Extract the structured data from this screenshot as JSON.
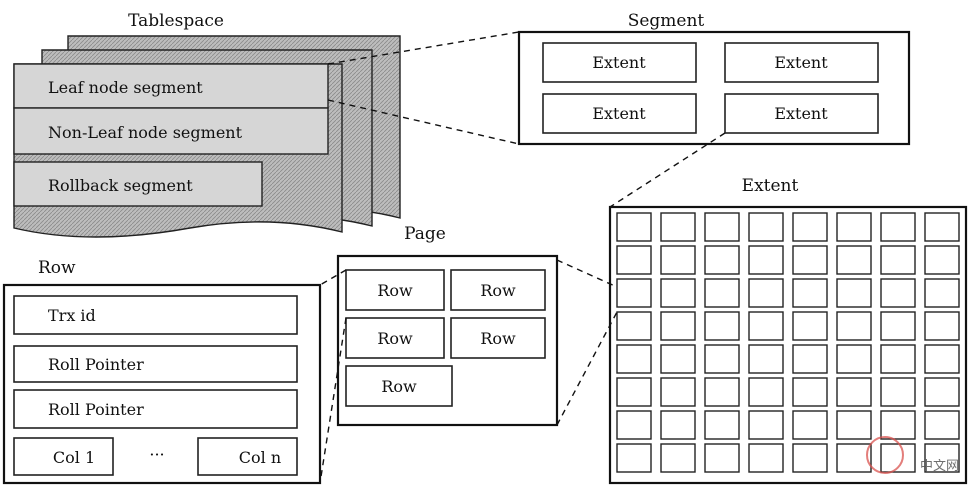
{
  "tablespace": {
    "title": "Tablespace",
    "segments": [
      "Leaf node segment",
      "Non-Leaf node segment",
      "Rollback segment"
    ]
  },
  "segment": {
    "title": "Segment",
    "extents": [
      "Extent",
      "Extent",
      "Extent",
      "Extent"
    ]
  },
  "extent": {
    "title": "Extent",
    "grid": {
      "rows": 8,
      "cols": 8
    }
  },
  "page": {
    "title": "Page",
    "rows": [
      "Row",
      "Row",
      "Row",
      "Row",
      "Row"
    ]
  },
  "row": {
    "title": "Row",
    "fields": [
      "Trx id",
      "Roll Pointer",
      "Roll Pointer"
    ],
    "col_first": "Col 1",
    "ellipsis": "···",
    "col_last": "Col n"
  },
  "watermark": {
    "text": "中文网"
  },
  "colors": {
    "shadow_fill": "#b4b4b4",
    "front_fill": "#d4d4d4",
    "watermark_red": "#d9534f"
  }
}
